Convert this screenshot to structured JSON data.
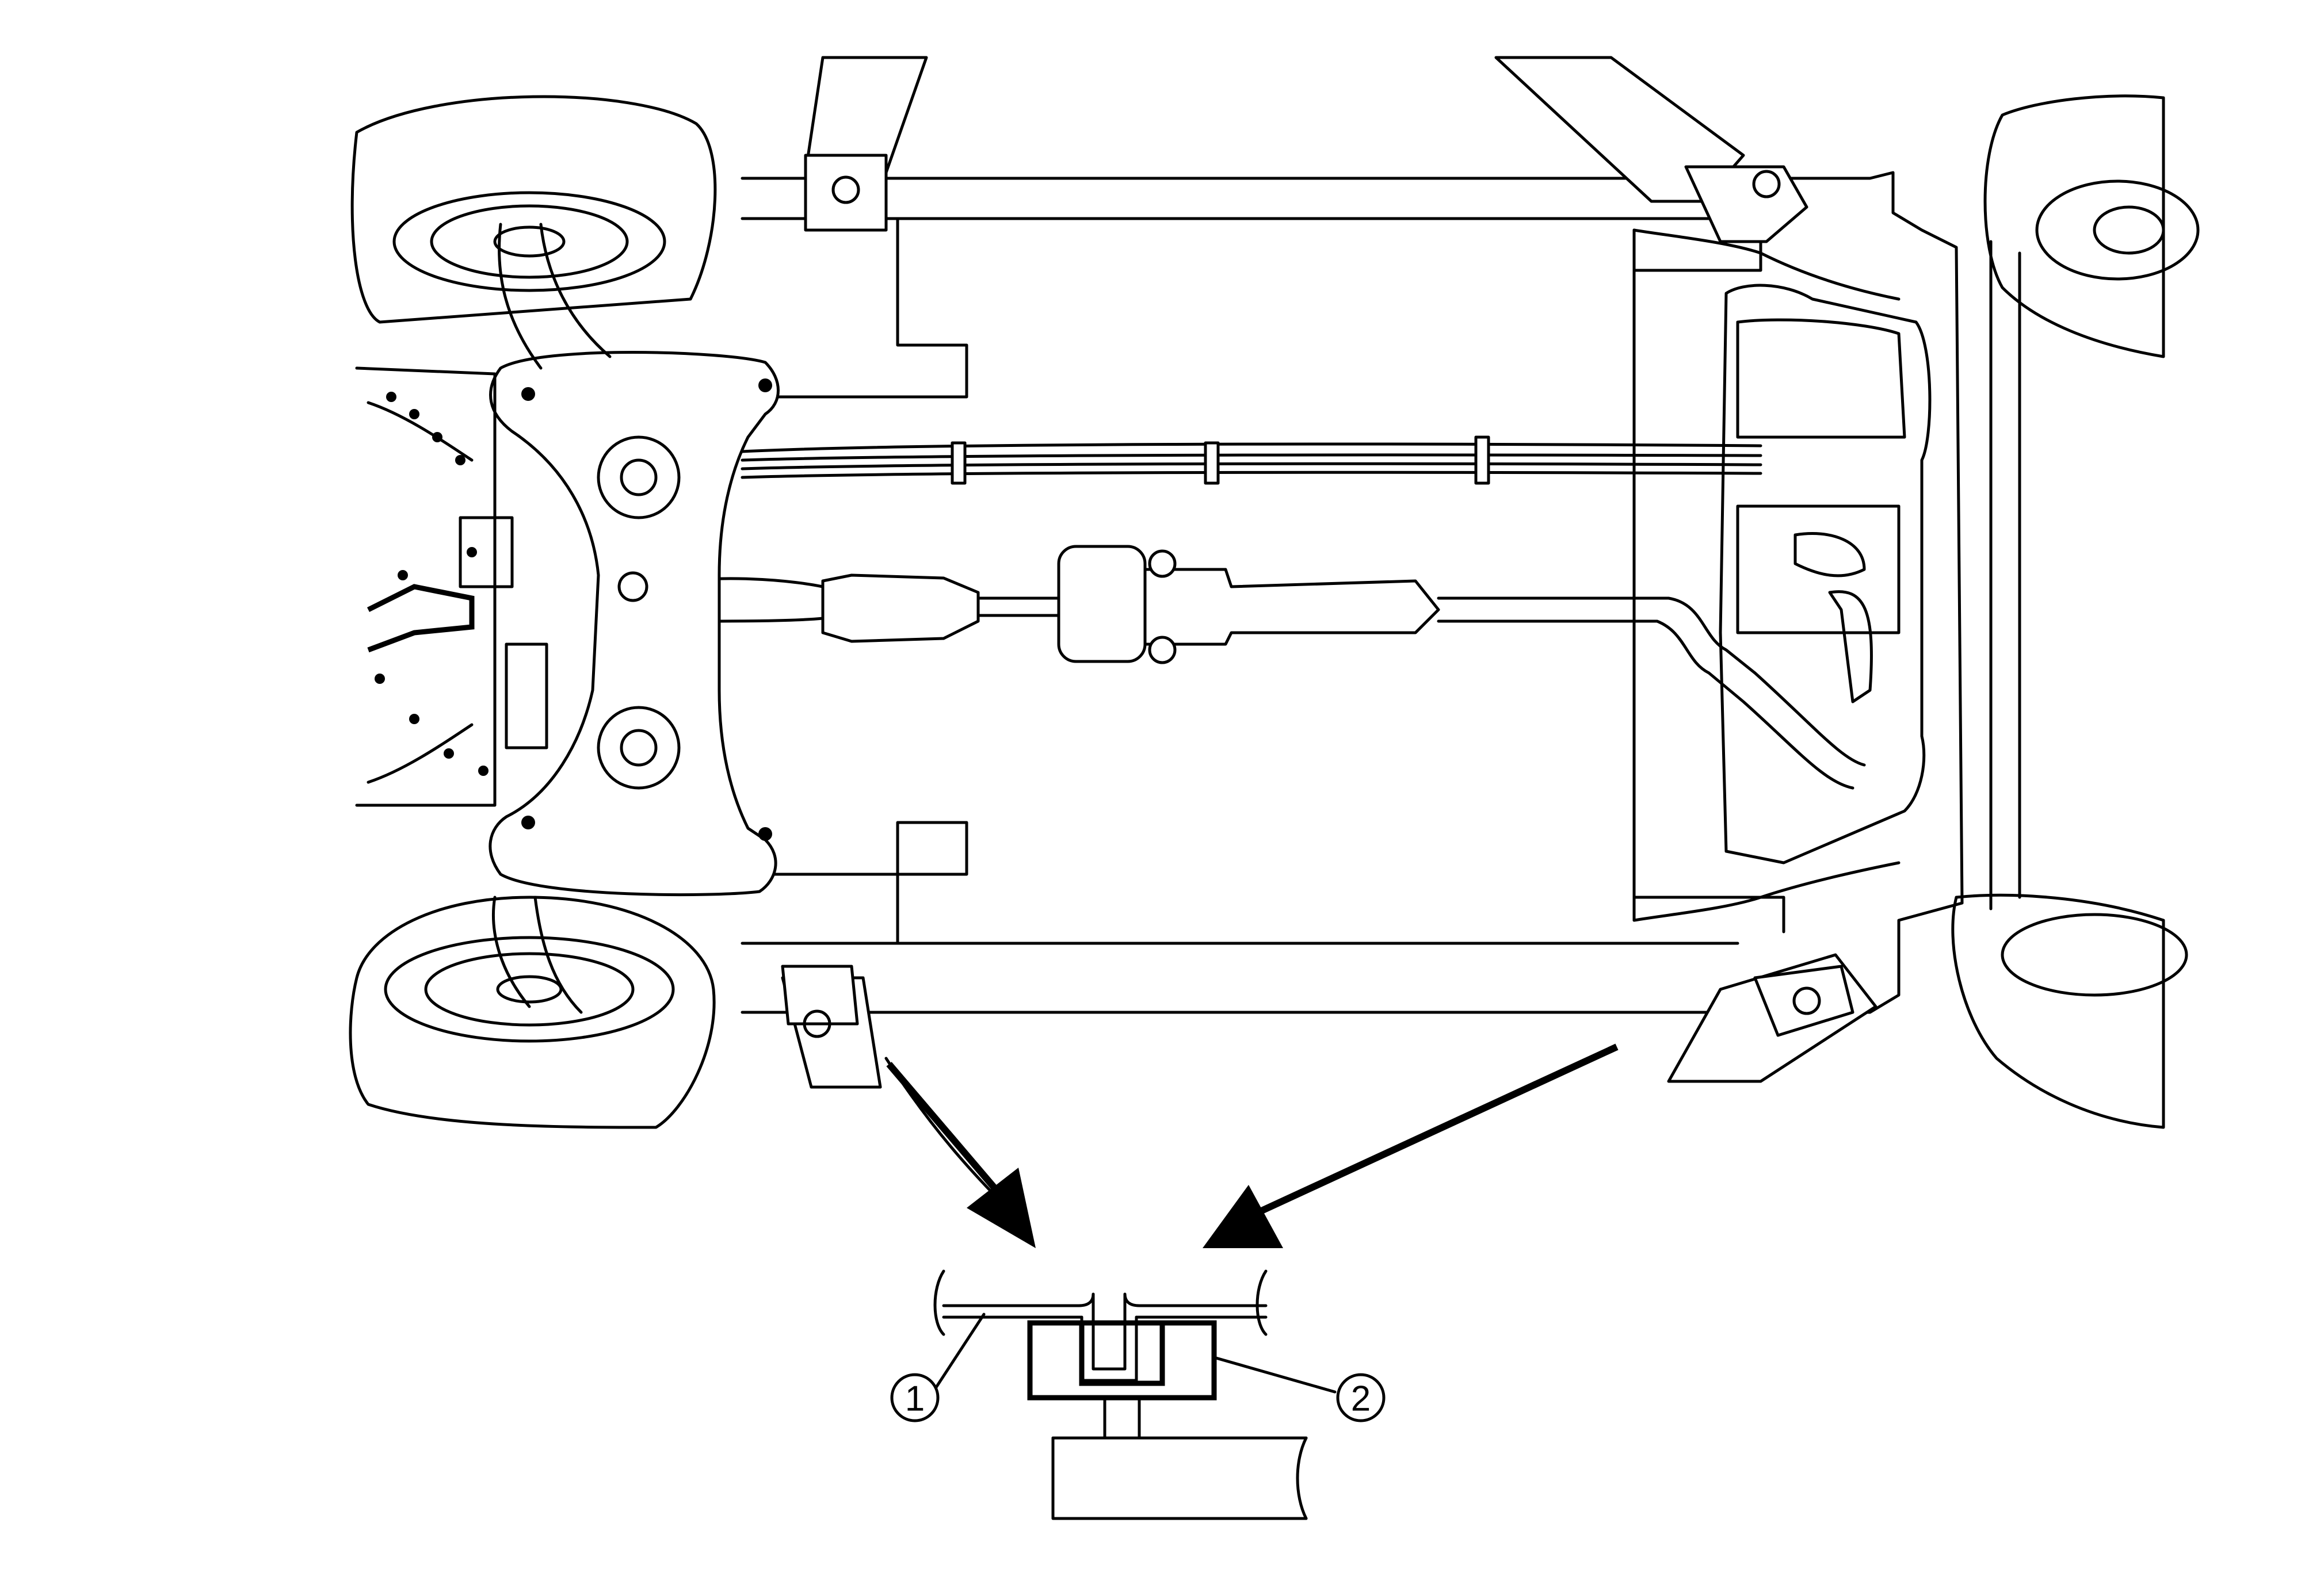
{
  "figure": {
    "type": "vehicle-underbody-lift-point-diagram",
    "callouts": [
      {
        "id": "1",
        "label": "1"
      },
      {
        "id": "2",
        "label": "2"
      }
    ],
    "icons": [
      "lift-arm",
      "arrow-indicator",
      "lift-pad",
      "vehicle-underbody"
    ]
  }
}
